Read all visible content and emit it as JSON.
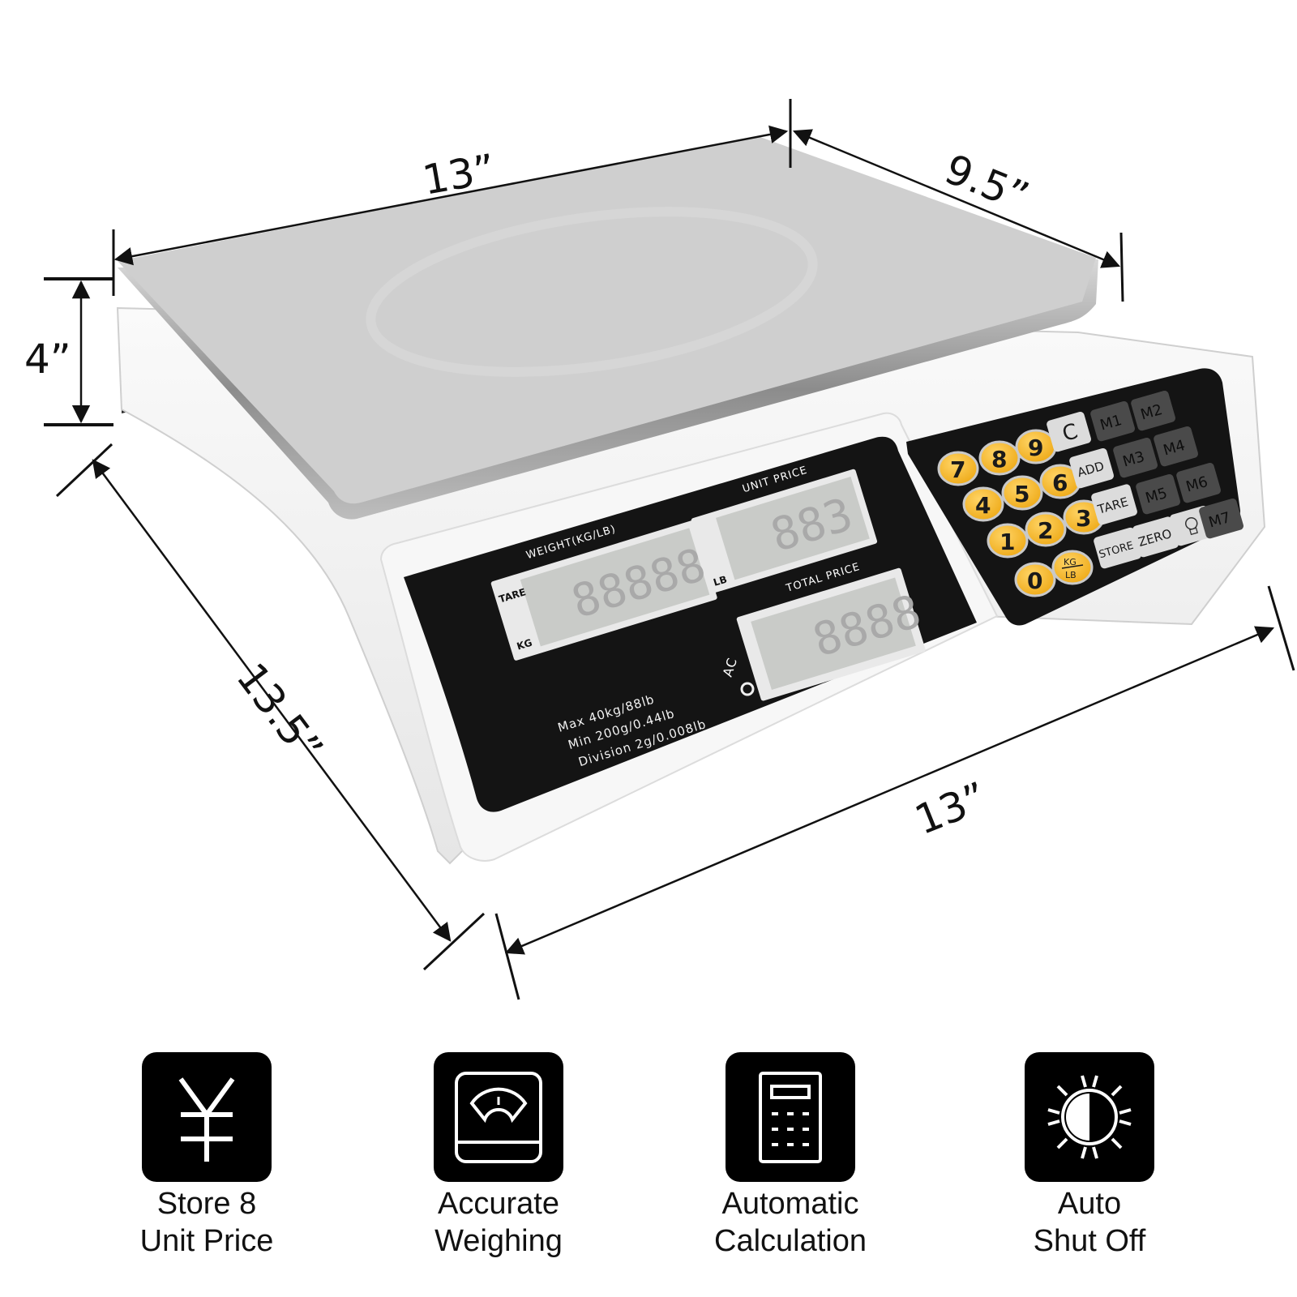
{
  "dimensions": {
    "platform_length": "13”",
    "platform_width": "9.5”",
    "height": "4”",
    "depth": "13.5”",
    "front_length": "13”"
  },
  "scale": {
    "platform_color": "#cfcfcf",
    "body_color": "#f3f3f3",
    "panel_color": "#141414",
    "displays": {
      "weight": {
        "title": "WEIGHT(KG/LB)",
        "tag_top": "TARE",
        "tag_bottom": "KG",
        "digits": "88888"
      },
      "unit_price": {
        "title": "UNIT PRICE",
        "tag_bottom": "LB",
        "digits": "883"
      },
      "total_price": {
        "title": "TOTAL PRICE",
        "digits": "8888"
      }
    },
    "ac_indicator": "AC",
    "specs": {
      "max": "Max  40kg/88lb",
      "min": "Min  200g/0.44lb",
      "division": "Division  2g/0.008lb"
    },
    "keypad": {
      "number_key_color": "#f5b72a",
      "function_key_color": "#dcdcdc",
      "memory_key_color": "#4a4a4a",
      "numbers": [
        "7",
        "8",
        "9",
        "4",
        "5",
        "6",
        "1",
        "2",
        "3",
        "0"
      ],
      "unit_toggle": {
        "top": "KG",
        "bottom": "LB"
      },
      "function_keys": [
        "C",
        "ADD",
        "TARE",
        "STORE",
        "ZERO"
      ],
      "light_key": "lightbulb-icon",
      "memory_keys": [
        "M1",
        "M2",
        "M3",
        "M4",
        "M5",
        "M6",
        "M7"
      ]
    }
  },
  "features": [
    {
      "icon": "yen-icon",
      "line1": "Store 8",
      "line2": "Unit Price"
    },
    {
      "icon": "bathroom-scale-icon",
      "line1": "Accurate",
      "line2": "Weighing"
    },
    {
      "icon": "calculator-icon",
      "line1": "Automatic",
      "line2": "Calculation"
    },
    {
      "icon": "half-sun-icon",
      "line1": "Auto",
      "line2": "Shut Off"
    }
  ]
}
